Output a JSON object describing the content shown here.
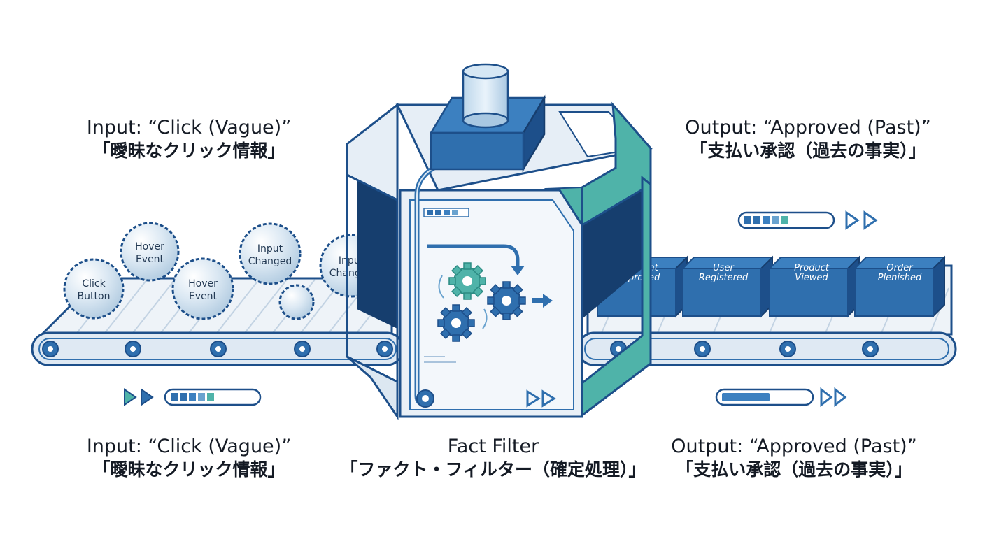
{
  "captions": {
    "input_top": {
      "en": "Input: “Click (Vague)”",
      "ja": "「曖昧なクリック情報」"
    },
    "output_top": {
      "en": "Output: “Approved (Past)”",
      "ja": "「支払い承認（過去の事実）」"
    },
    "input_bottom": {
      "en": "Input: “Click (Vague)”",
      "ja": "「曖昧なクリック情報」"
    },
    "filter": {
      "en": "Fact Filter",
      "ja": "「ファクト・フィルター（確定処理）」"
    },
    "output_bottom": {
      "en": "Output: “Approved (Past)”",
      "ja": "「支払い承認（過去の事実）」"
    }
  },
  "input_bubbles": [
    {
      "line1": "Click",
      "line2": "Button"
    },
    {
      "line1": "Hover",
      "line2": "Event"
    },
    {
      "line1": "Hover",
      "line2": "Event"
    },
    {
      "line1": "Input",
      "line2": "Changed"
    },
    {
      "line1": "",
      "line2": ""
    },
    {
      "line1": "Input",
      "line2": "Changed"
    }
  ],
  "output_blocks": [
    {
      "line1": "Payment",
      "line2": "Approved"
    },
    {
      "line1": "User",
      "line2": "Registered"
    },
    {
      "line1": "Product",
      "line2": "Viewed"
    },
    {
      "line1": "Order",
      "line2": "Plenished"
    }
  ],
  "colors": {
    "navy": "#1d4f8a",
    "blue": "#2f6fae",
    "teal": "#4fb3a9",
    "pale": "#e6eef6",
    "belt": "#eef3f8"
  },
  "icons": [
    "gear-icon",
    "arrow-icon",
    "fast-forward-icon",
    "progress-bar-icon"
  ]
}
